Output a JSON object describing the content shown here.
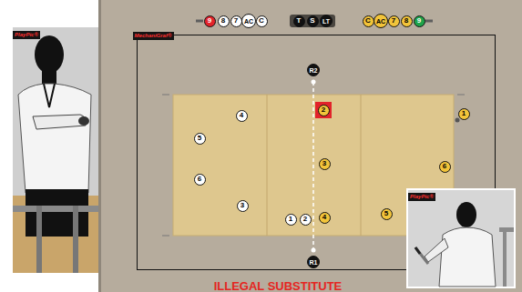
{
  "diagram": {
    "title": "ILLEGAL SUBSTITUTE",
    "nodes": [
      {
        "text": [
          "PlayPic®"
        ]
      },
      {
        "text": [
          "MechaniGraf®"
        ]
      },
      {
        "text": [
          "9"
        ]
      },
      {
        "text": [
          "8"
        ]
      },
      {
        "text": [
          "7"
        ]
      },
      {
        "text": [
          "AC"
        ]
      },
      {
        "text": [
          "C"
        ]
      },
      {
        "text": [
          "T"
        ]
      },
      {
        "text": [
          "S"
        ]
      },
      {
        "text": [
          "LT"
        ]
      },
      {
        "text": [
          "C"
        ]
      },
      {
        "text": [
          "AC"
        ]
      },
      {
        "text": [
          "7"
        ]
      },
      {
        "text": [
          "8"
        ]
      },
      {
        "text": [
          "9"
        ]
      },
      {
        "text": [
          "R2"
        ]
      },
      {
        "text": [
          "4"
        ]
      },
      {
        "text": [
          "2"
        ]
      },
      {
        "text": [
          "1"
        ]
      },
      {
        "text": [
          "5"
        ]
      },
      {
        "text": [
          "3"
        ]
      },
      {
        "text": [
          "6"
        ]
      },
      {
        "text": [
          "6"
        ]
      },
      {
        "text": [
          "3"
        ]
      },
      {
        "text": [
          "5"
        ]
      },
      {
        "text": [
          "1"
        ]
      },
      {
        "text": [
          "2"
        ]
      },
      {
        "text": [
          "4"
        ]
      },
      {
        "text": [
          "R1"
        ]
      },
      {
        "text": [
          "PlayPic®"
        ]
      }
    ]
  }
}
